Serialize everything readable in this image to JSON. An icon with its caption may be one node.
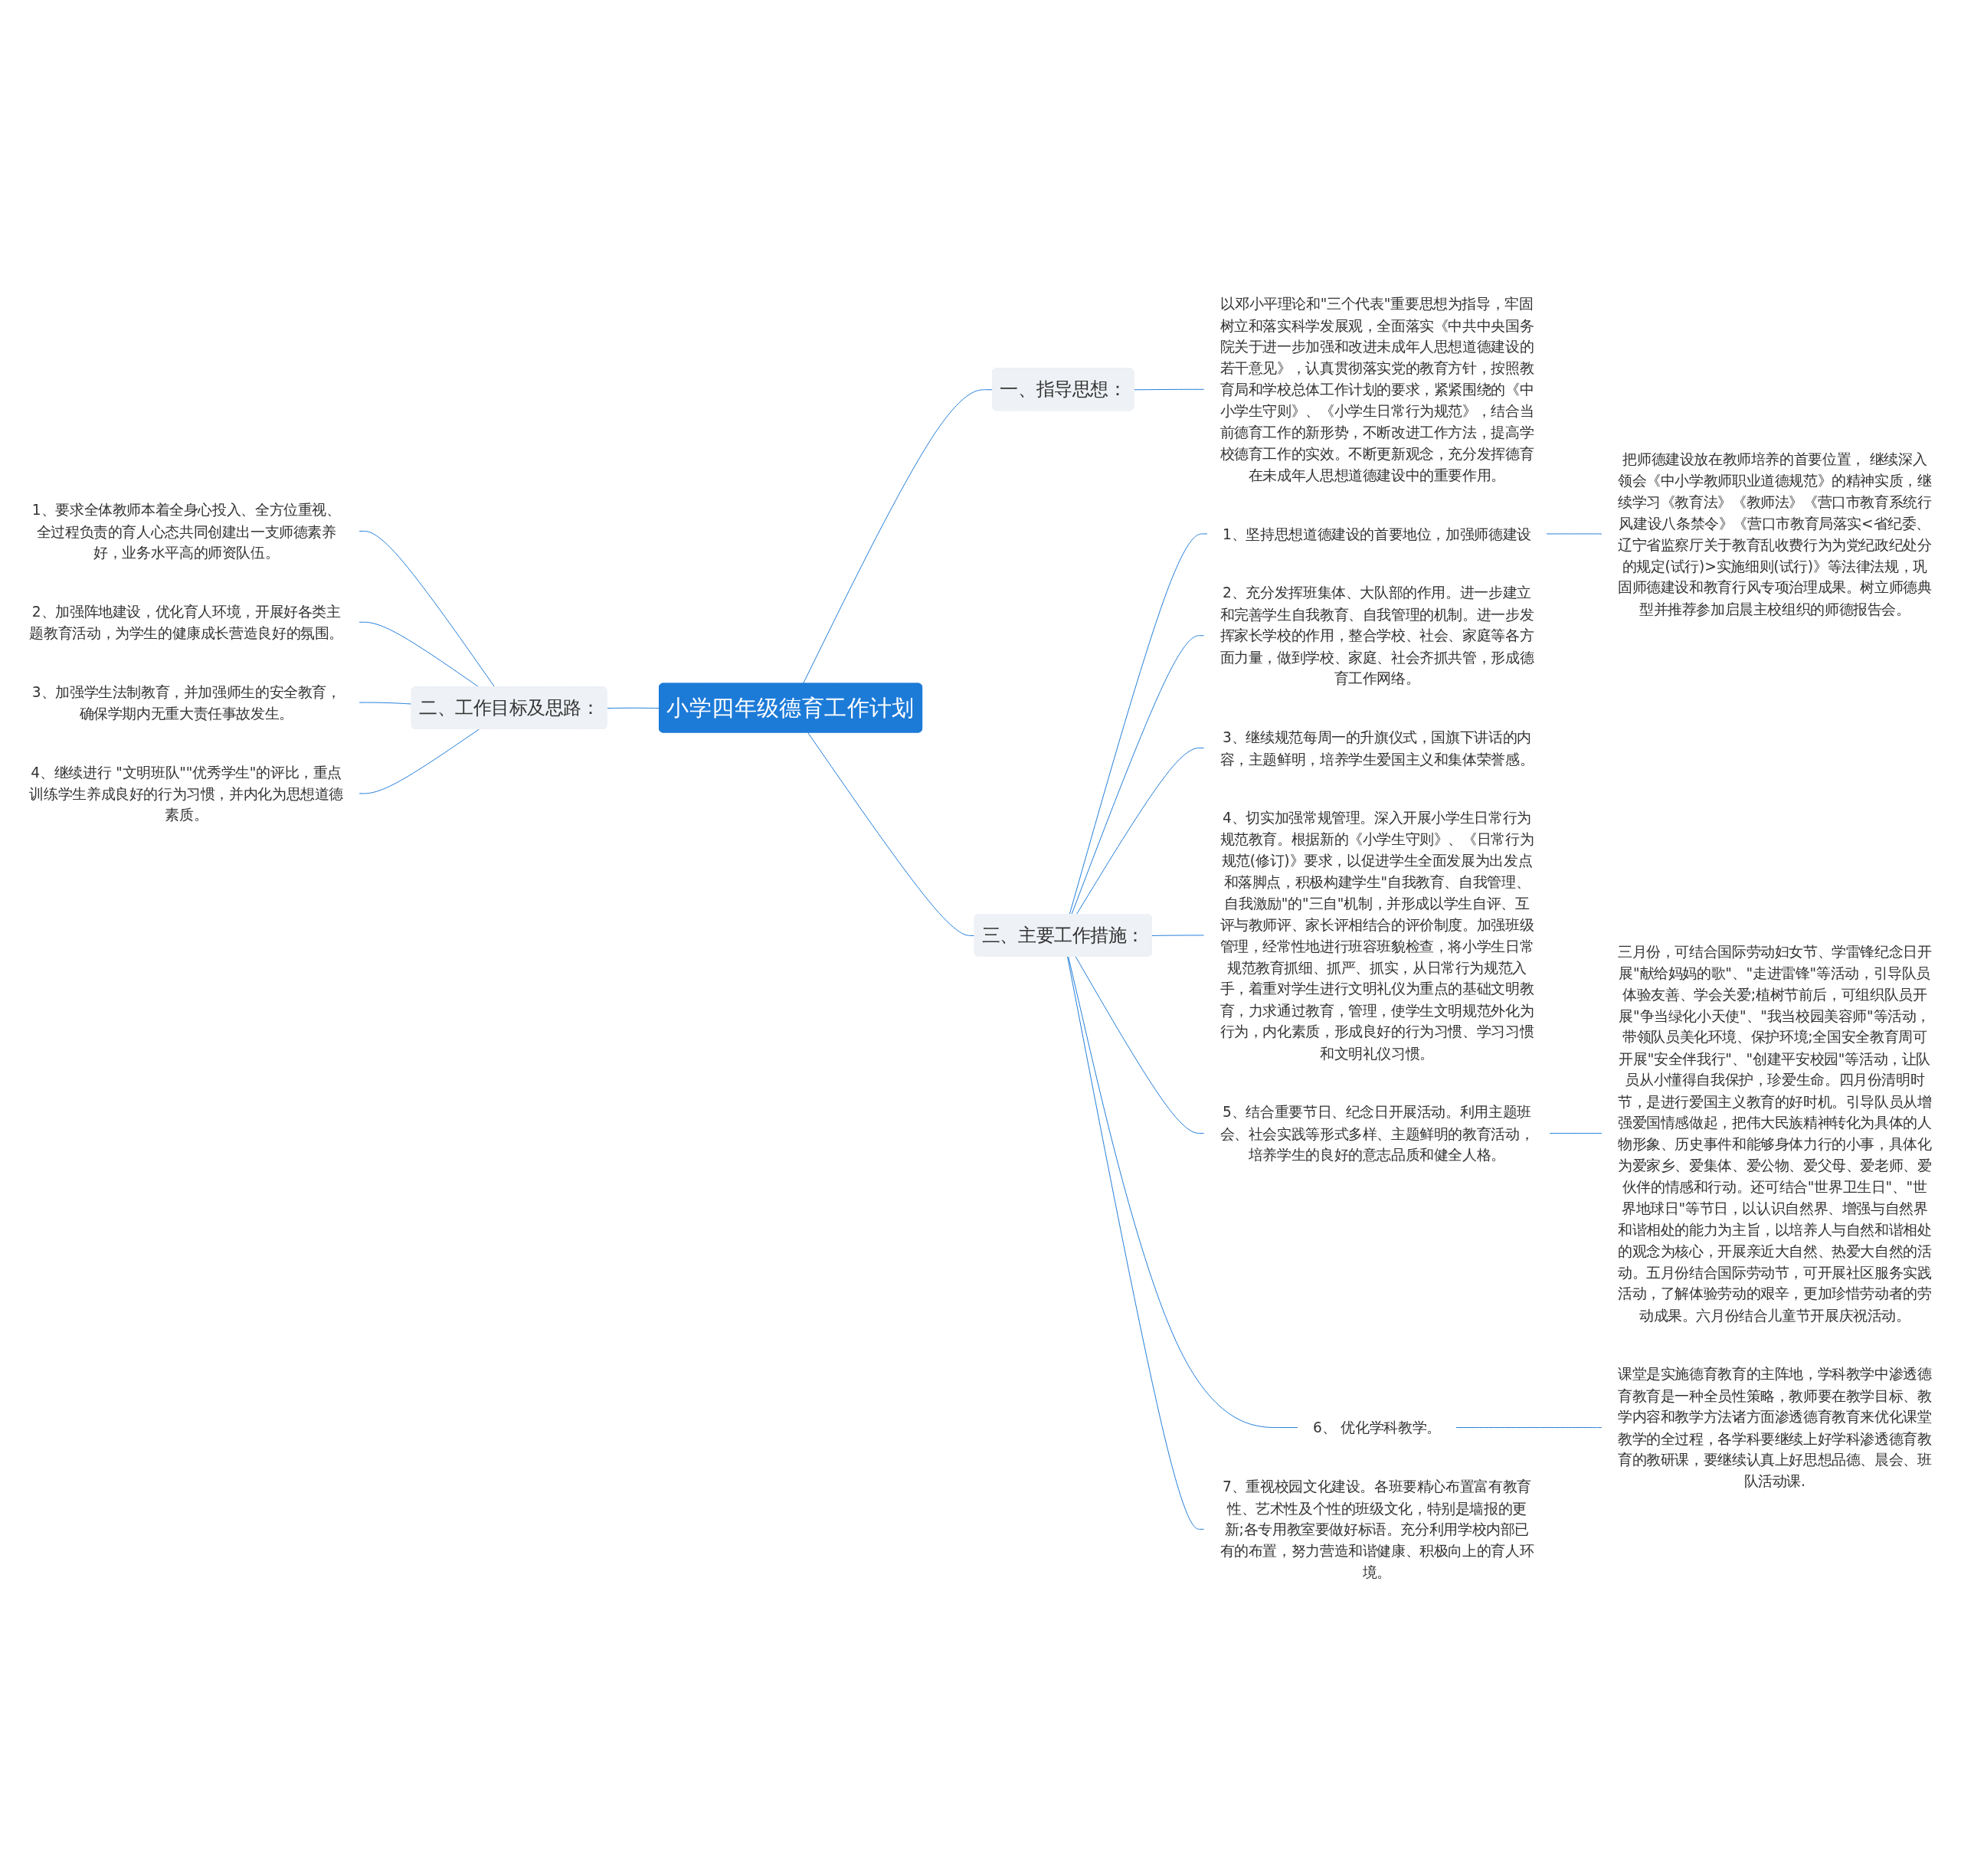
{
  "diagram": {
    "nodes": [
      {
        "text": [
          "小学四年级德育工作计划"
        ]
      },
      {
        "text": [
          "二、工作目标及思路："
        ]
      },
      {
        "text": [
          "1、要求全体教师本着全身心投入、全方位重视、全过程负责的育人心态共同创建出一支师德素养好，业务水平高的师资队伍。"
        ]
      },
      {
        "text": [
          "2、加强阵地建设，优化育人环境，开展好各类主题教育活动，为学生的健康成长营造良好的氛围。"
        ]
      },
      {
        "text": [
          "3、加强学生法制教育，并加强师生的安全教育，确保学期内无重大责任事故发生。"
        ]
      },
      {
        "text": [
          "4、继续进行 \"文明班队\"\"优秀学生\"的评比，重点训练学生养成良好的行为习惯，并内化为思想道德素质。"
        ]
      },
      {
        "text": [
          "一、指导思想："
        ]
      },
      {
        "text": [
          "以邓小平理论和\"三个代表\"重要思想为指导，牢固树立和落实科学发展观，全面落实《中共中央国务院关于进一步加强和改进未成年人思想道德建设的若干意见》，认真贯彻落实党的教育方针，按照教育局和学校总体工作计划的要求，紧紧围绕的《中小学生守则》、《小学生日常行为规范》，结合当前德育工作的新形势，不断改进工作方法，提高学校德育工作的实效。不断更新观念，充分发挥德育在未成年人思想道德建设中的重要作用。"
        ]
      },
      {
        "text": [
          "三、主要工作措施："
        ]
      },
      {
        "text": [
          "1、坚持思想道德建设的首要地位，加强师德建设"
        ]
      },
      {
        "text": [
          "把师德建设放在教师培养的首要位置， 继续深入领会《中小学教师职业道德规范》的精神实质，继续学习《教育法》《教师法》《营口市教育系统行风建设八条禁令》《营口市教育局落实<省纪委、辽宁省监察厅关于教育乱收费行为为党纪政纪处分的规定(试行)>实施细则(试行)》等法律法规，巩固师德建设和教育行风专项治理成果。树立师德典型并推荐参加启晨主校组织的师德报告会。"
        ]
      },
      {
        "text": [
          "2、充分发挥班集体、大队部的作用。进一步建立和完善学生自我教育、自我管理的机制。进一步发挥家长学校的作用，整合学校、社会、家庭等各方面力量，做到学校、家庭、社会齐抓共管，形成德育工作网络。"
        ]
      },
      {
        "text": [
          "3、继续规范每周一的升旗仪式，国旗下讲话的内容，主题鲜明，培养学生爱国主义和集体荣誉感。"
        ]
      },
      {
        "text": [
          "4、切实加强常规管理。深入开展小学生日常行为规范教育。根据新的《小学生守则》、《日常行为规范(修订)》要求，以促进学生全面发展为出发点和落脚点，积极构建学生\"自我教育、自我管理、自我激励\"的\"三自\"机制，并形成以学生自评、互评与教师评、家长评相结合的评价制度。加强班级管理，经常性地进行班容班貌检查，将小学生日常规范教育抓细、抓严、抓实，从日常行为规范入手，着重对学生进行文明礼仪为重点的基础文明教育，力求通过教育，管理，使学生文明规范外化为行为，内化素质，形成良好的行为习惯、学习习惯和文明礼仪习惯。"
        ]
      },
      {
        "text": [
          "5、结合重要节日、纪念日开展活动。利用主题班会、社会实践等形式多样、主题鲜明的教育活动，培养学生的良好的意志品质和健全人格。"
        ]
      },
      {
        "text": [
          "三月份，可结合国际劳动妇女节、学雷锋纪念日开展\"献给妈妈的歌\"、\"走进雷锋\"等活动，引导队员体验友善、学会关爱;植树节前后，可组织队员开展\"争当绿化小天使\"、\"我当校园美容师\"等活动，带领队员美化环境、保护环境;全国安全教育周可开展\"安全伴我行\"、\"创建平安校园\"等活动，让队员从小懂得自我保护，珍爱生命。四月份清明时节，是进行爱国主义教育的好时机。引导队员从增强爱国情感做起，把伟大民族精神转化为具体的人物形象、历史事件和能够身体力行的小事，具体化为爱家乡、爱集体、爱公物、爱父母、爱老师、爱伙伴的情感和行动。还可结合\"世界卫生日\"、\"世界地球日\"等节日，以认识自然界、增强与自然界和谐相处的能力为主旨，以培养人与自然和谐相处的观念为核心，开展亲近大自然、热爱大自然的活动。五月份结合国际劳动节，可开展社区服务实践活动，了解体验劳动的艰辛，更加珍惜劳动者的劳动成果。六月份结合儿童节开展庆祝活动。"
        ]
      },
      {
        "text": [
          "6、 优化学科教学。"
        ]
      },
      {
        "text": [
          "课堂是实施德育教育的主阵地，学科教学中渗透德育教育是一种全员性策略，教师要在教学目标、教学内容和教学方法诸方面渗透德育教育来优化课堂教学的全过程，各学科要继续上好学科渗透德育教育的教研课，要继续认真上好思想品德、晨会、班队活动课."
        ]
      },
      {
        "text": [
          "7、重视校园文化建设。各班要精心布置富有教育性、艺术性及个性的班级文化，特别是墙报的更新;各专用教室要做好标语。充分利用学校内部已有的布置，努力营造和谐健康、积极向上的育人环境。"
        ]
      }
    ],
    "edges": [
      {
        "from": 2,
        "to": 1,
        "arrow": "none"
      },
      {
        "from": 3,
        "to": 1,
        "arrow": "none"
      },
      {
        "from": 4,
        "to": 1,
        "arrow": "none"
      },
      {
        "from": 5,
        "to": 1,
        "arrow": "none"
      },
      {
        "from": 1,
        "to": 0,
        "arrow": "none"
      },
      {
        "from": 0,
        "to": 6,
        "arrow": "none"
      },
      {
        "from": 6,
        "to": 7,
        "arrow": "none"
      },
      {
        "from": 0,
        "to": 8,
        "arrow": "none"
      },
      {
        "from": 8,
        "to": 9,
        "arrow": "none"
      },
      {
        "from": 9,
        "to": 10,
        "arrow": "none"
      },
      {
        "from": 8,
        "to": 11,
        "arrow": "none"
      },
      {
        "from": 8,
        "to": 12,
        "arrow": "none"
      },
      {
        "from": 8,
        "to": 13,
        "arrow": "none"
      },
      {
        "from": 8,
        "to": 14,
        "arrow": "none"
      },
      {
        "from": 14,
        "to": 15,
        "arrow": "none"
      },
      {
        "from": 8,
        "to": 16,
        "arrow": "none"
      },
      {
        "from": 16,
        "to": 17,
        "arrow": "none"
      },
      {
        "from": 8,
        "to": 18,
        "arrow": "none"
      }
    ]
  }
}
